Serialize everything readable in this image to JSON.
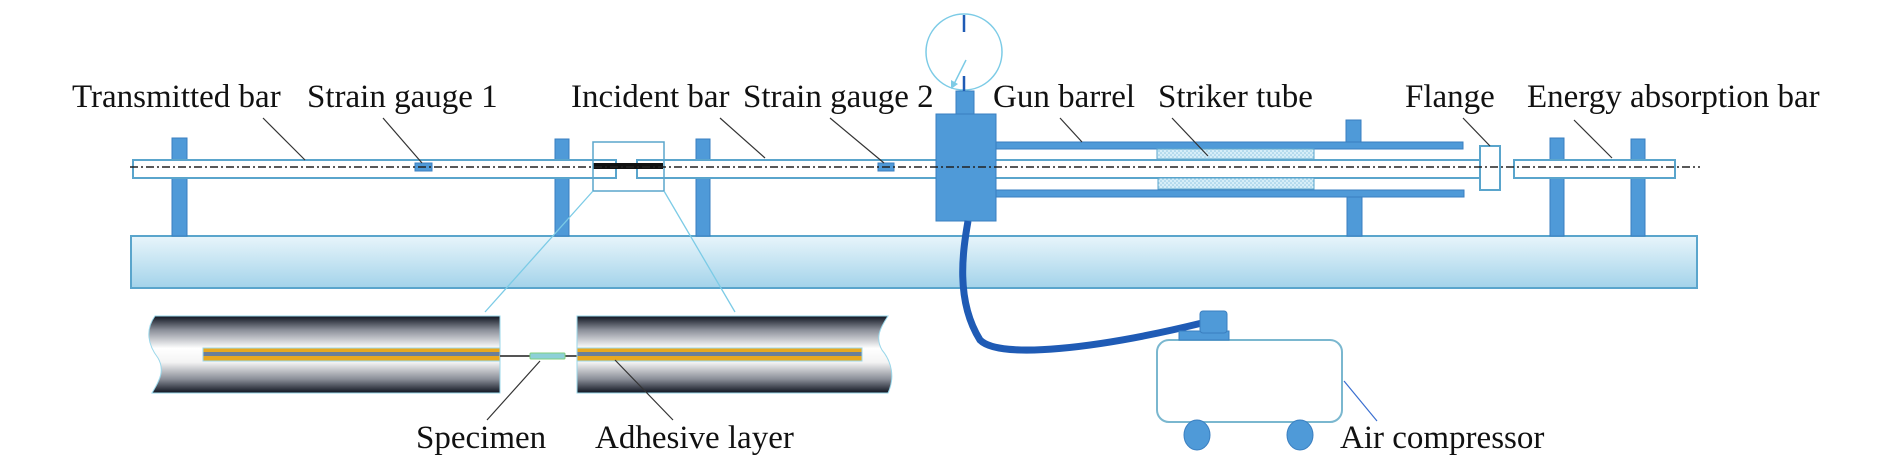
{
  "figure": {
    "title": "Split Hopkinson tension bar apparatus schematic",
    "labels": {
      "transmitted_bar": "Transmitted bar",
      "strain_gauge_1": "Strain gauge 1",
      "incident_bar": "Incident bar",
      "strain_gauge_2": "Strain gauge 2",
      "gun_barrel": "Gun barrel",
      "striker_tube": "Striker tube",
      "flange": "Flange",
      "energy_absorption_bar": "Energy absorption bar",
      "specimen": "Specimen",
      "adhesive_layer": "Adhesive layer",
      "air_compressor": "Air compressor"
    },
    "components": [
      {
        "id": "transmitted-bar",
        "label_key": "transmitted_bar"
      },
      {
        "id": "strain-gauge-1",
        "label_key": "strain_gauge_1"
      },
      {
        "id": "incident-bar",
        "label_key": "incident_bar"
      },
      {
        "id": "strain-gauge-2",
        "label_key": "strain_gauge_2"
      },
      {
        "id": "pressure-gauge",
        "label_key": null
      },
      {
        "id": "gun-barrel",
        "label_key": "gun_barrel"
      },
      {
        "id": "striker-tube",
        "label_key": "striker_tube"
      },
      {
        "id": "flange",
        "label_key": "flange"
      },
      {
        "id": "energy-absorption-bar",
        "label_key": "energy_absorption_bar"
      },
      {
        "id": "air-compressor",
        "label_key": "air_compressor"
      },
      {
        "id": "specimen",
        "label_key": "specimen"
      },
      {
        "id": "adhesive-layer",
        "label_key": "adhesive_layer"
      }
    ],
    "colors": {
      "support_blue": "#4f9ad8",
      "support_border": "#3a7fc0",
      "bar_outline": "#5aa5cc",
      "base_top": "#e8f5fb",
      "base_bottom": "#a3d3ea",
      "hose": "#1f5bb5",
      "striker_fill": "#cfe9f5",
      "adhesive_orange": "#e8a820",
      "core_gray": "#6b7f99",
      "specimen_fill": "#8dd0d8",
      "connector_line": "#7ccbe6",
      "leader_line": "#333333"
    }
  }
}
